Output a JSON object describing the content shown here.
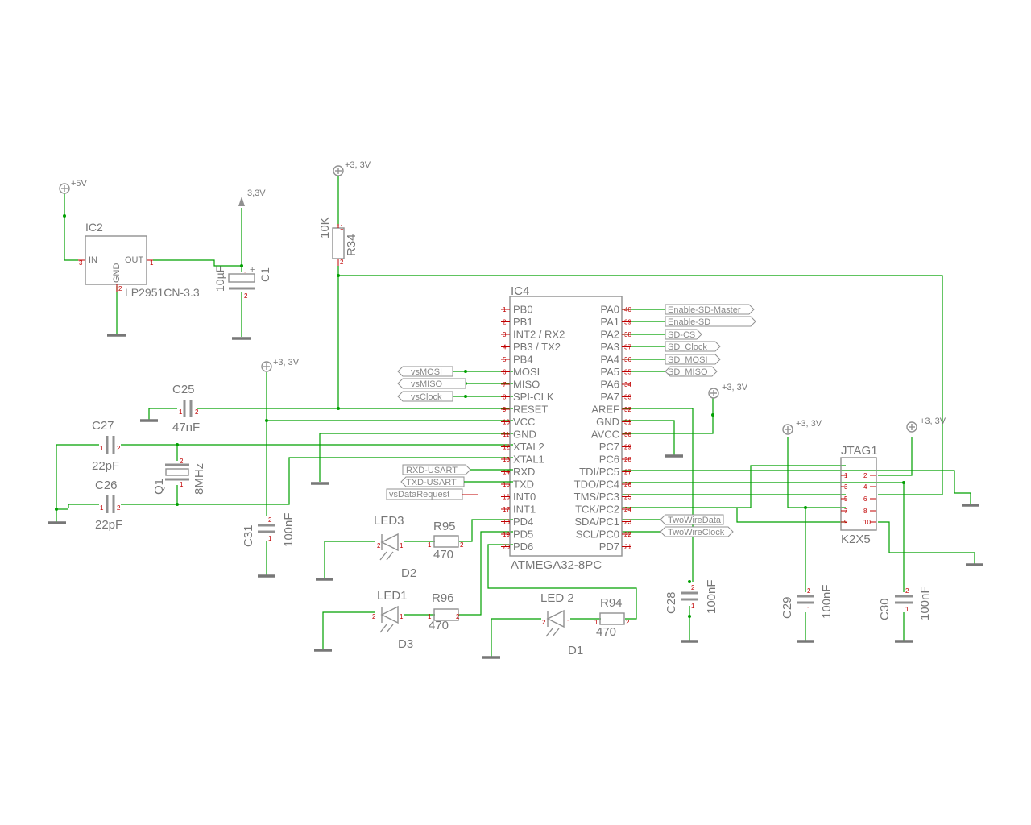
{
  "power": {
    "p5v": "+5V",
    "v33_arrow": "3,3V",
    "v33_a": "+3, 3V",
    "v33_b": "+3, 3V",
    "v33_c": "+3, 3V",
    "v33_d": "+3, 3V",
    "v33_e": "+3, 3V"
  },
  "ic2": {
    "name": "IC2",
    "value": "LP2951CN-3.3",
    "pin_in": "IN",
    "pin_out": "OUT",
    "pin_gnd": "GND",
    "n_in": "3",
    "n_out": "1",
    "n_gnd": "2"
  },
  "c1": {
    "name": "C1",
    "value": "10µF"
  },
  "r34": {
    "name": "R34",
    "value": "10K"
  },
  "c25": {
    "name": "C25",
    "value": "47nF"
  },
  "c27": {
    "name": "C27",
    "value": "22pF"
  },
  "c26": {
    "name": "C26",
    "value": "22pF"
  },
  "q1": {
    "name": "Q1",
    "value": "8MHz"
  },
  "c31": {
    "name": "C31",
    "value": "100nF"
  },
  "c28": {
    "name": "C28",
    "value": "100nF"
  },
  "c29": {
    "name": "C29",
    "value": "100nF"
  },
  "c30": {
    "name": "C30",
    "value": "100nF"
  },
  "ic4": {
    "name": "IC4",
    "value": "ATMEGA32-8PC",
    "left_pins": [
      {
        "num": "1",
        "label": "PB0"
      },
      {
        "num": "2",
        "label": "PB1"
      },
      {
        "num": "3",
        "label": "INT2 / RX2"
      },
      {
        "num": "4",
        "label": "PB3 / TX2"
      },
      {
        "num": "5",
        "label": "PB4"
      },
      {
        "num": "6",
        "label": "MOSI"
      },
      {
        "num": "7",
        "label": "MISO"
      },
      {
        "num": "8",
        "label": "SPI-CLK"
      },
      {
        "num": "9",
        "label": "RESET"
      },
      {
        "num": "10",
        "label": "VCC"
      },
      {
        "num": "11",
        "label": "GND"
      },
      {
        "num": "12",
        "label": "XTAL2"
      },
      {
        "num": "13",
        "label": "XTAL1"
      },
      {
        "num": "14",
        "label": "RXD"
      },
      {
        "num": "15",
        "label": "TXD"
      },
      {
        "num": "16",
        "label": "INT0"
      },
      {
        "num": "17",
        "label": "INT1"
      },
      {
        "num": "18",
        "label": "PD4"
      },
      {
        "num": "19",
        "label": "PD5"
      },
      {
        "num": "20",
        "label": "PD6"
      }
    ],
    "right_pins": [
      {
        "num": "40",
        "label": "PA0"
      },
      {
        "num": "39",
        "label": "PA1"
      },
      {
        "num": "38",
        "label": "PA2"
      },
      {
        "num": "37",
        "label": "PA3"
      },
      {
        "num": "36",
        "label": "PA4"
      },
      {
        "num": "35",
        "label": "PA5"
      },
      {
        "num": "34",
        "label": "PA6"
      },
      {
        "num": "33",
        "label": "PA7"
      },
      {
        "num": "32",
        "label": "AREF"
      },
      {
        "num": "31",
        "label": "GND"
      },
      {
        "num": "30",
        "label": "AVCC"
      },
      {
        "num": "29",
        "label": "PC7"
      },
      {
        "num": "28",
        "label": "PC6"
      },
      {
        "num": "27",
        "label": "TDI/PC5"
      },
      {
        "num": "26",
        "label": "TDO/PC4"
      },
      {
        "num": "25",
        "label": "TMS/PC3"
      },
      {
        "num": "24",
        "label": "TCK/PC2"
      },
      {
        "num": "23",
        "label": "SDA/PC1"
      },
      {
        "num": "22",
        "label": "SCL/PC0"
      },
      {
        "num": "21",
        "label": "PD7"
      }
    ]
  },
  "nets": {
    "right": [
      "Enable-SD-Master",
      "Enable-SD",
      "SD-CS",
      "SD_Clock",
      "SD_MOSI",
      "SD_MISO"
    ],
    "left": [
      "vsMOSI",
      "vsMISO",
      "vsClock"
    ],
    "usart": [
      "RXD-USART",
      "TXD-USART",
      "vsDataRequest"
    ],
    "twi": [
      "TwoWireData",
      "TwoWireClock"
    ]
  },
  "jtag": {
    "name": "JTAG1",
    "value": "K2X5",
    "pins": [
      "1",
      "2",
      "3",
      "4",
      "5",
      "6",
      "7",
      "8",
      "9",
      "10"
    ]
  },
  "led3": {
    "name": "LED3",
    "ref": "D2"
  },
  "led1": {
    "name": "LED1",
    "ref": "D3"
  },
  "led2": {
    "name": "LED 2",
    "ref": "D1"
  },
  "r95": {
    "name": "R95",
    "value": "470"
  },
  "r96": {
    "name": "R96",
    "value": "470"
  },
  "r94": {
    "name": "R94",
    "value": "470"
  },
  "pin_nums": {
    "one": "1",
    "two": "2"
  }
}
